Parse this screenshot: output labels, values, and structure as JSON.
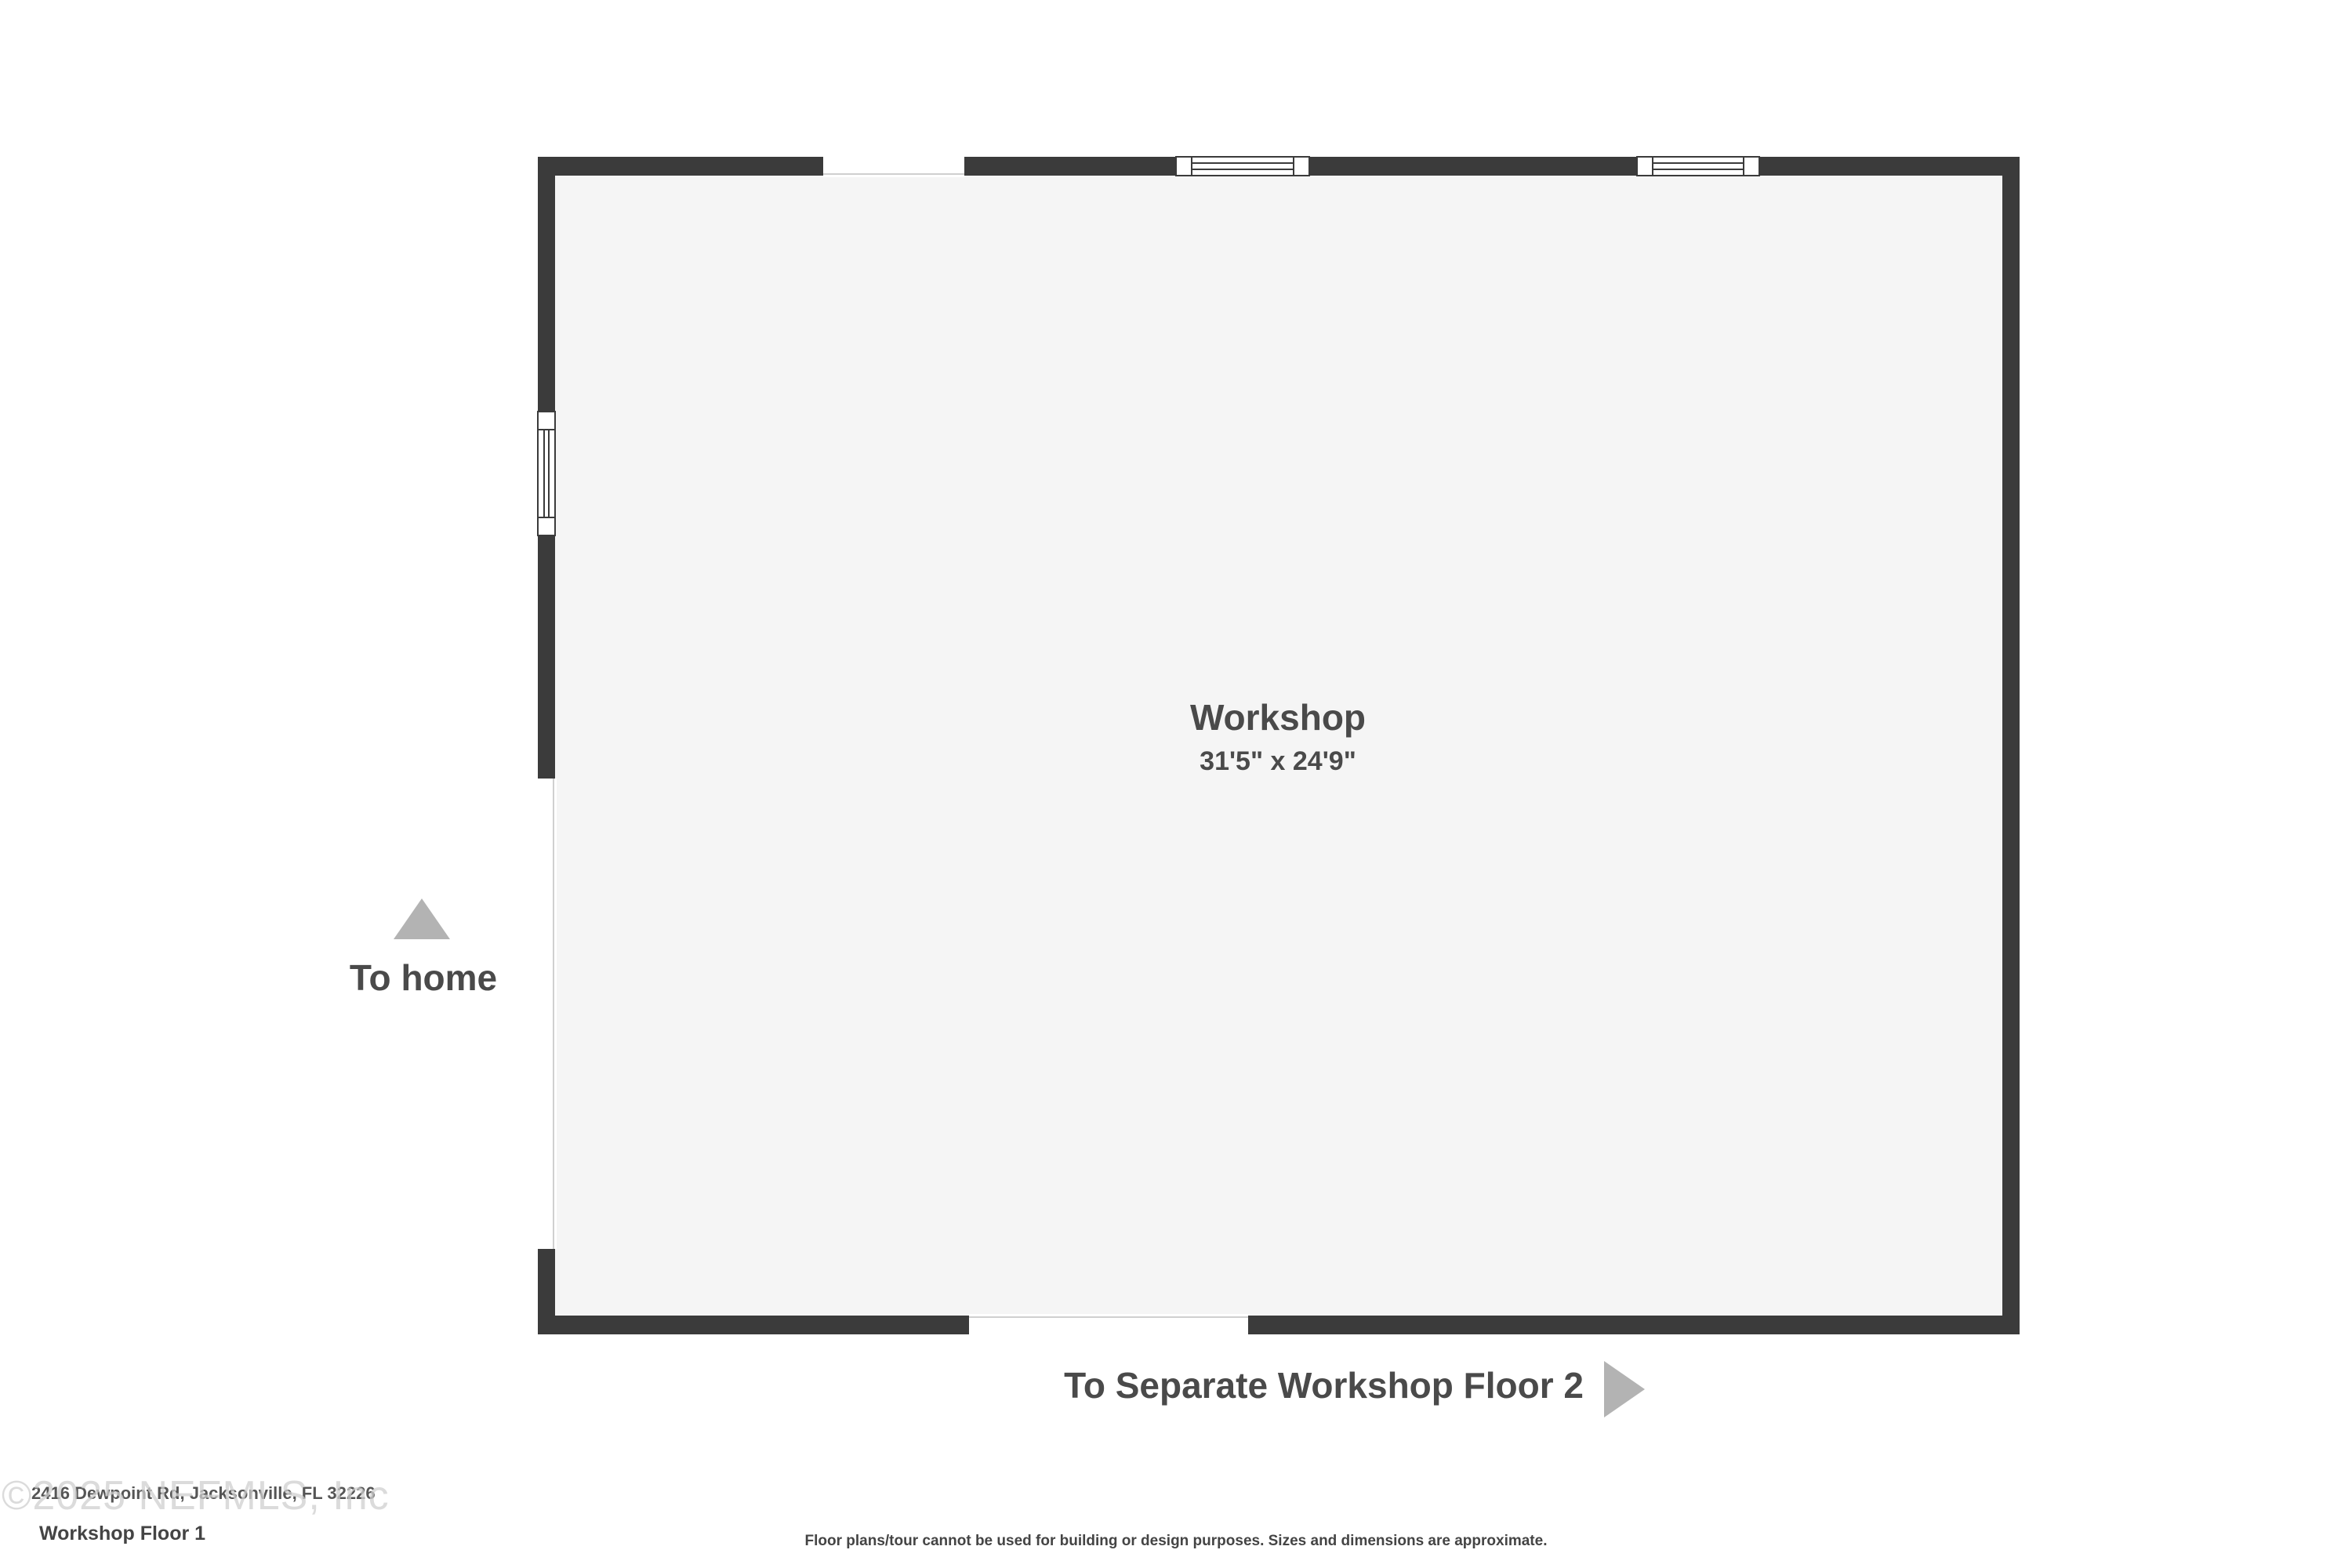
{
  "room": {
    "name": "Workshop",
    "dimensions": "31'5\" x 24'9\""
  },
  "navigation": {
    "to_home_label": "To home",
    "to_floor2_label": "To Separate Workshop Floor 2"
  },
  "footer": {
    "address": "2416 Dewpoint Rd, Jacksonville, FL 32226",
    "watermark": "©2025 NEFMLS, Inc",
    "floor_label": "Workshop Floor 1",
    "disclaimer": "Floor plans/tour cannot be used for building or design purposes. Sizes and dimensions are approximate."
  },
  "colors": {
    "wall": "#3b3b3b",
    "floor": "#f5f5f5",
    "arrow": "#b3b3b3",
    "text": "#4a4a4a"
  }
}
